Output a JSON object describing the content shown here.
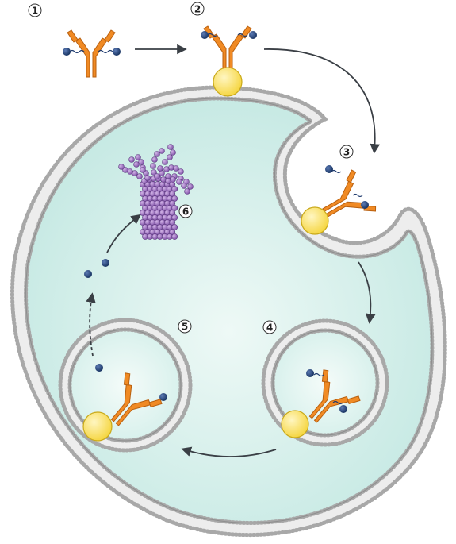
{
  "steps": [
    {
      "number": "1",
      "label": ""
    },
    {
      "number": "2",
      "label": ""
    },
    {
      "number": "3",
      "label": ""
    },
    {
      "number": "4",
      "label": ""
    },
    {
      "number": "5",
      "label": ""
    },
    {
      "number": "6",
      "label": ""
    }
  ],
  "colors": {
    "antibody": "#F08A24",
    "antibody_outline": "#B85F0E",
    "receptor": "#FFE36A",
    "receptor_outline": "#C9A91A",
    "payload": "#1E3A6E",
    "proteasome": "#9B6CC0",
    "proteasome_outline": "#5E3A80",
    "cytoplasm": "#D2EFEA",
    "membrane": "#BDBDBD",
    "arrow": "#3A3F45"
  },
  "icons": {
    "antibody": "antibody-icon",
    "receptor": "receptor-icon",
    "payload": "payload-icon",
    "proteasome": "proteasome-icon",
    "endosome": "endosome-icon"
  }
}
